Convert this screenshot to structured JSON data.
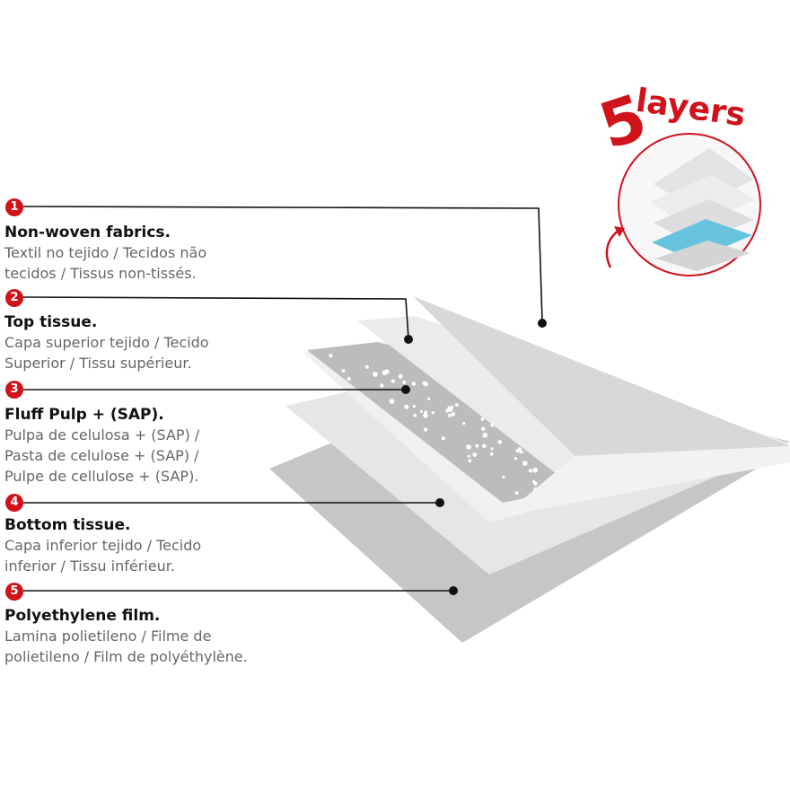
{
  "brand": {
    "number": "5",
    "word": "layers",
    "accent": "#d0121b"
  },
  "layers": [
    {
      "num": "1",
      "title": "Non-woven fabrics.",
      "desc": "Textil no tejido / Tecidos não\ntecidos / Tissus non-tissés."
    },
    {
      "num": "2",
      "title": "Top tissue.",
      "desc": "Capa superior tejido / Tecido\nSuperior / Tissu supérieur."
    },
    {
      "num": "3",
      "title": "Fluff Pulp + (SAP).",
      "desc": "Pulpa de celulosa + (SAP) /\nPasta de celulose + (SAP) /\nPulpe de cellulose + (SAP)."
    },
    {
      "num": "4",
      "title": "Bottom tissue.",
      "desc": "Capa inferior tejido / Tecido\ninferior / Tissu inférieur."
    },
    {
      "num": "5",
      "title": "Polyethylene film.",
      "desc": "Lamina polietileno  / Filme de\npolietileno / Film de polyéthylène."
    }
  ]
}
